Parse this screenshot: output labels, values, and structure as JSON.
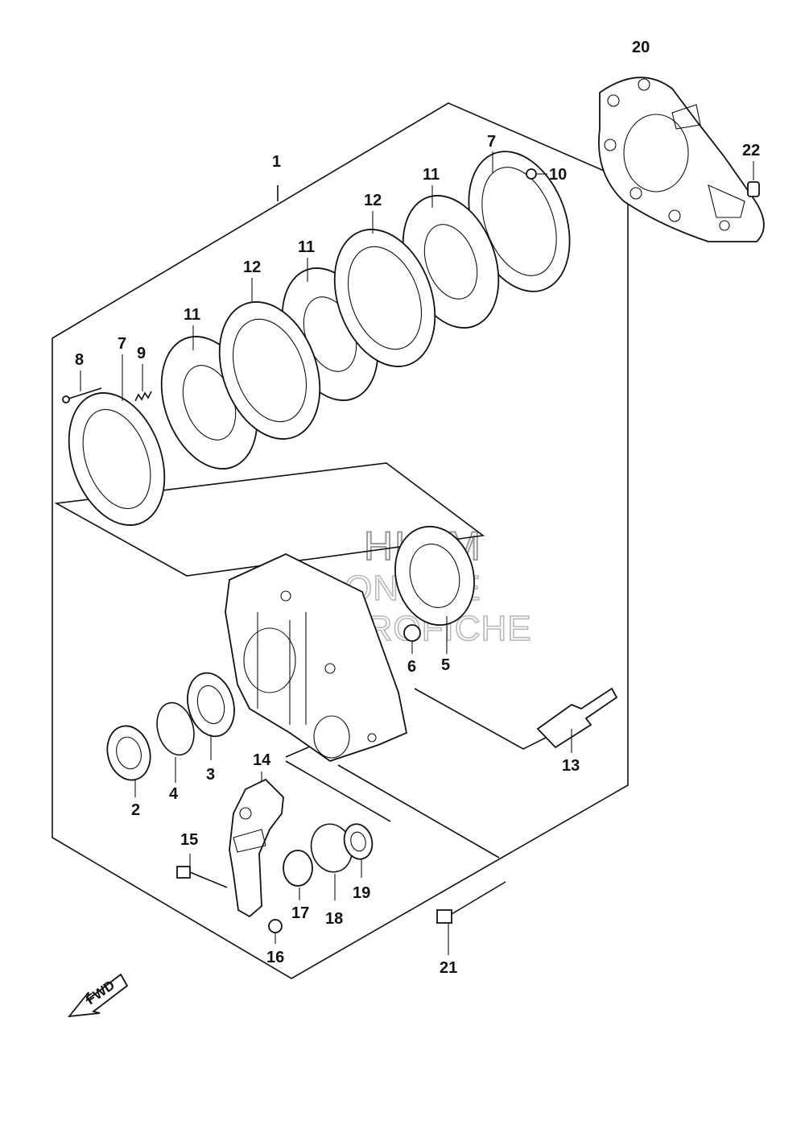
{
  "diagram": {
    "part_numbers": {
      "p1": "1",
      "p2": "2",
      "p3": "3",
      "p4": "4",
      "p5": "5",
      "p6": "6",
      "p7a": "7",
      "p7b": "7",
      "p8": "8",
      "p9": "9",
      "p10": "10",
      "p11a": "11",
      "p11b": "11",
      "p11c": "11",
      "p12a": "12",
      "p12b": "12",
      "p13": "13",
      "p14": "14",
      "p15": "15",
      "p16": "16",
      "p17": "17",
      "p18": "18",
      "p19": "19",
      "p20": "20",
      "p21": "21",
      "p22": "22"
    },
    "watermark": {
      "line1": "HLSM",
      "line2": "ONLINE",
      "line3": "MICROFICHE"
    },
    "fwd_label": "FWD"
  }
}
